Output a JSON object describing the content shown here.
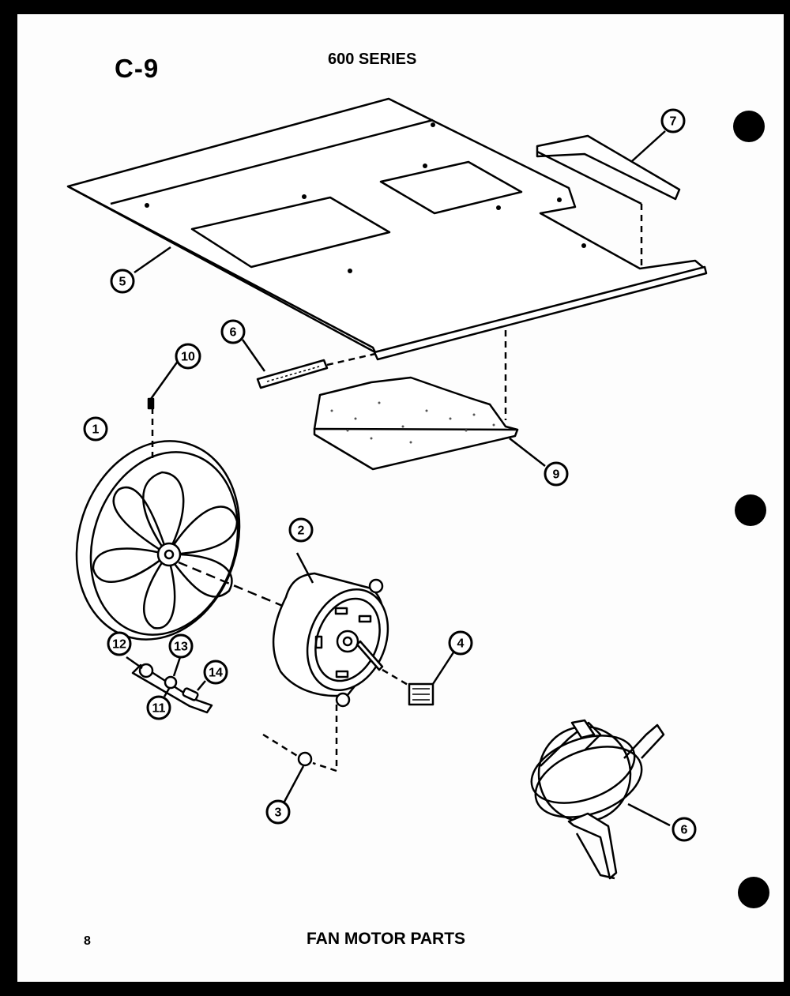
{
  "header": {
    "sheet_id": "C-9",
    "series": "600 SERIES"
  },
  "footer": {
    "page_number": "8",
    "caption": "FAN MOTOR PARTS"
  },
  "callouts": [
    "1",
    "2",
    "3",
    "4",
    "5",
    "6",
    "6",
    "7",
    "9",
    "10",
    "11",
    "12",
    "13",
    "14"
  ]
}
